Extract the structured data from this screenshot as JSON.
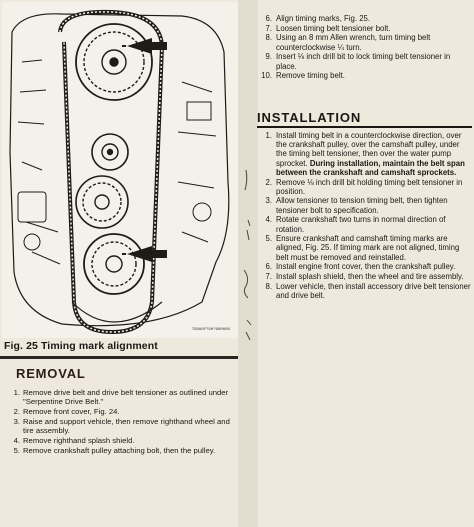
{
  "figure": {
    "caption": "Fig. 25  Timing mark alignment",
    "code": "7S8A0F?90?90008X"
  },
  "removal": {
    "heading": "REMOVAL",
    "items": [
      {
        "num": "1.",
        "text": "Remove drive belt and drive belt tensioner as outlined under \"Serpentine Drive Belt.\""
      },
      {
        "num": "2.",
        "text": "Remove front cover, Fig. 24."
      },
      {
        "num": "3.",
        "text": "Raise and support vehicle, then remove righthand wheel and tire assembly."
      },
      {
        "num": "4.",
        "text": "Remove righthand splash shield."
      },
      {
        "num": "5.",
        "text": "Remove crankshaft pulley attaching bolt, then the pulley."
      }
    ]
  },
  "steps_top": [
    {
      "num": "6.",
      "text": "Align timing marks, Fig. 25."
    },
    {
      "num": "7.",
      "text": "Loosen timing belt tensioner bolt."
    },
    {
      "num": "8.",
      "text": "Using an 8 mm Allen wrench, turn timing belt counterclockwise ¼ turn."
    },
    {
      "num": "9.",
      "text": "Insert ⅛ inch drill bit to lock timing belt tensioner in place."
    },
    {
      "num": "10.",
      "text": "Remove timing belt."
    }
  ],
  "installation": {
    "heading": "INSTALLATION",
    "items": [
      {
        "num": "1.",
        "text": "Install timing belt in a counterclockwise direction, over the crankshaft pulley, over the camshaft pulley, under the timing belt tensioner, then over the water pump sprocket.",
        "bold": "During installation, maintain the belt span between the crankshaft and camshaft sprockets."
      },
      {
        "num": "2.",
        "text": "Remove ⅛ inch drill bit holding timing belt tensioner in position."
      },
      {
        "num": "3.",
        "text": "Allow tensioner to tension timing belt, then tighten tensioner bolt to specification."
      },
      {
        "num": "4.",
        "text": "Rotate crankshaft two turns in normal direction of rotation."
      },
      {
        "num": "5.",
        "text": "Ensure crankshaft and camshaft timing marks are aligned, Fig. 25. If timing mark are not aligned, timing belt must be removed and reinstalled."
      },
      {
        "num": "6.",
        "text": "Install engine front cover, then the crankshaft pulley."
      },
      {
        "num": "7.",
        "text": "Install splash shield, then the wheel and tire assembly."
      },
      {
        "num": "8.",
        "text": "Lower vehicle, then install accessory drive belt tensioner and drive belt."
      }
    ]
  },
  "colors": {
    "paper": "#efe9dd",
    "ink": "#1b1814"
  }
}
